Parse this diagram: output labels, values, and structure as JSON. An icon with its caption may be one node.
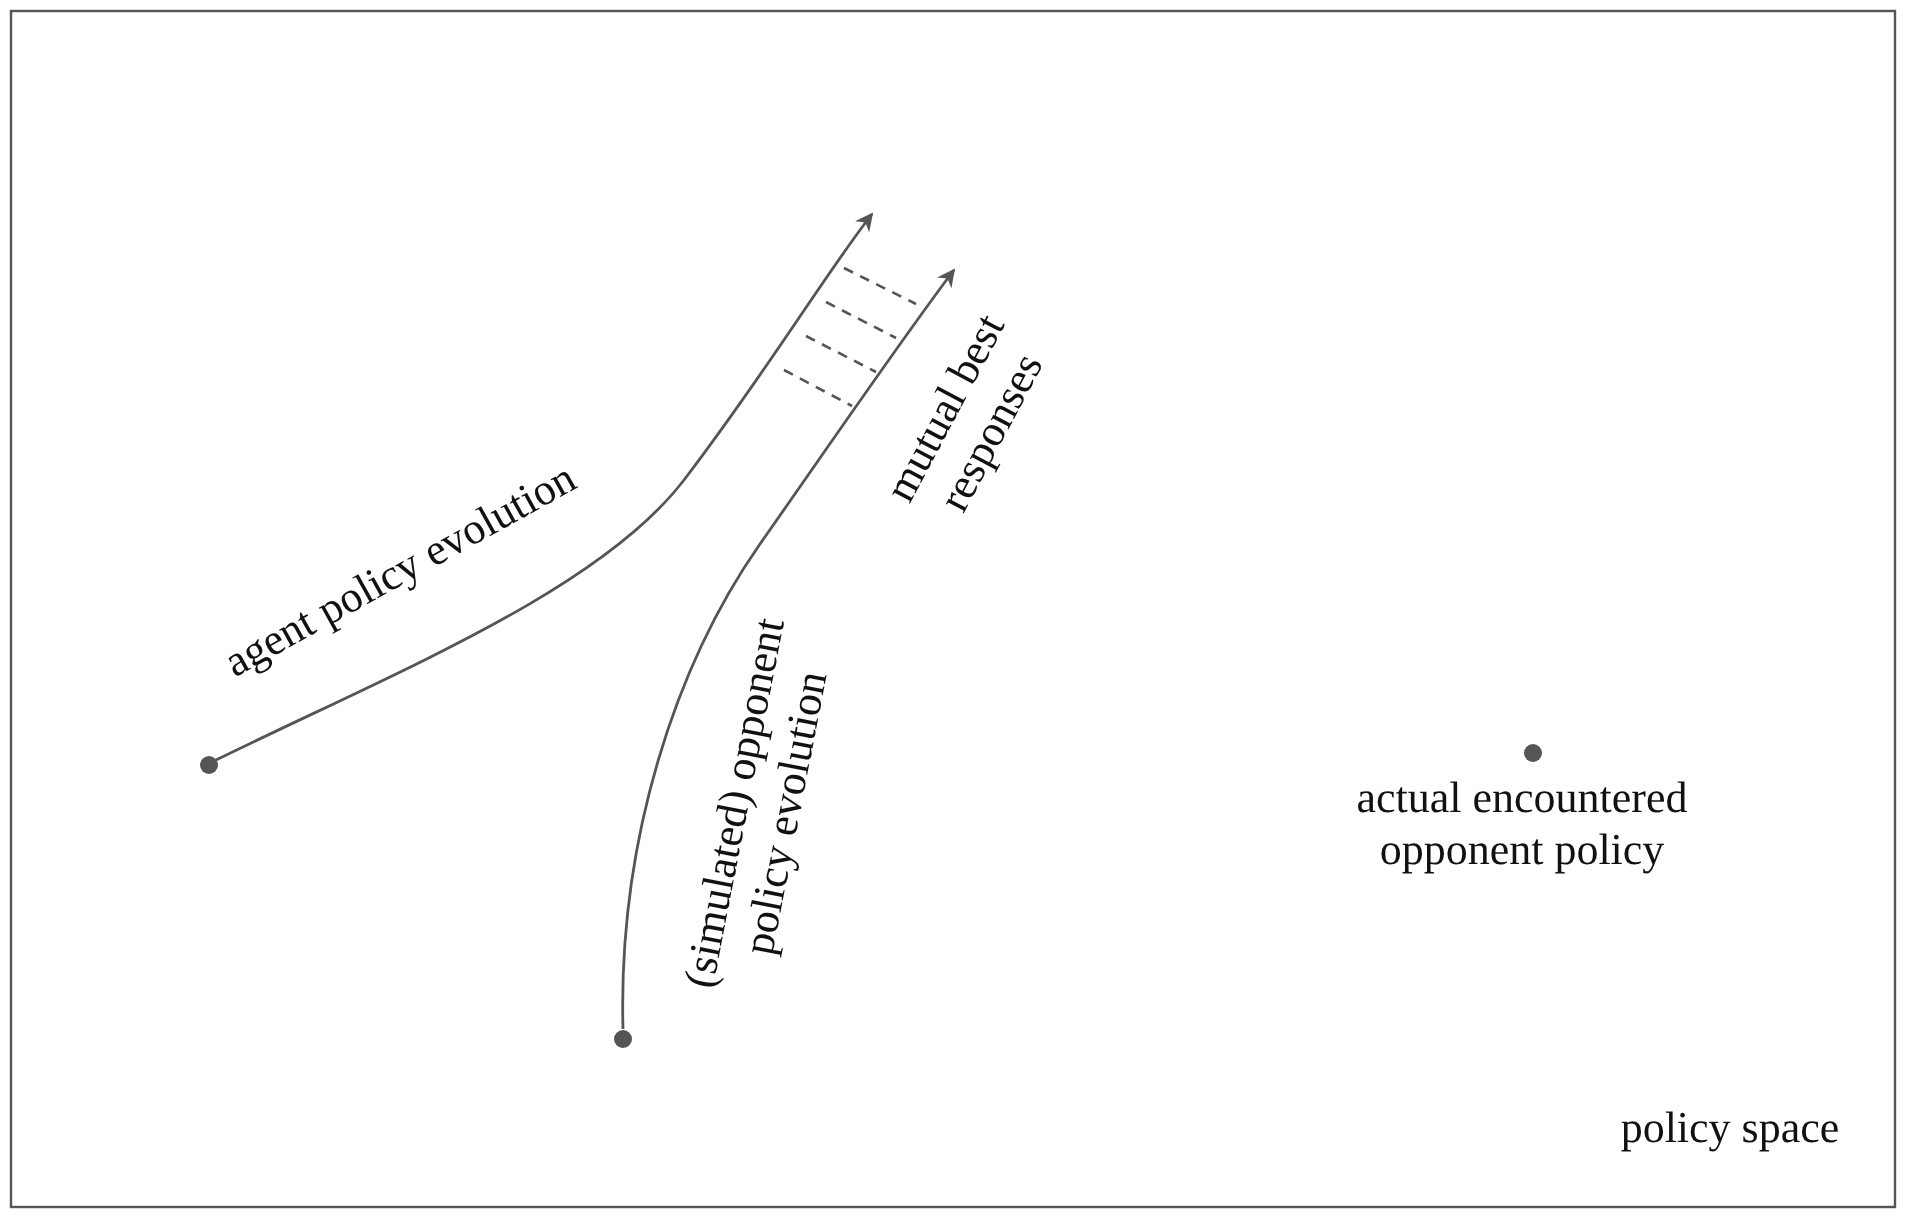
{
  "diagram": {
    "nodes": [
      {
        "text": [],
        "shape": "circle"
      },
      {
        "text": [],
        "shape": "circle"
      },
      {
        "text": [],
        "shape": "circle",
        "beside": [
          "actual encountered opponent policy"
        ]
      }
    ],
    "edges": [
      {
        "from": 0,
        "to": null,
        "arrow": "to",
        "label": "agent policy evolution"
      },
      {
        "from": 1,
        "to": null,
        "arrow": "to",
        "label": "(simulated) opponent policy evolution"
      }
    ],
    "labels": [
      "mutual best responses",
      "policy space"
    ]
  }
}
